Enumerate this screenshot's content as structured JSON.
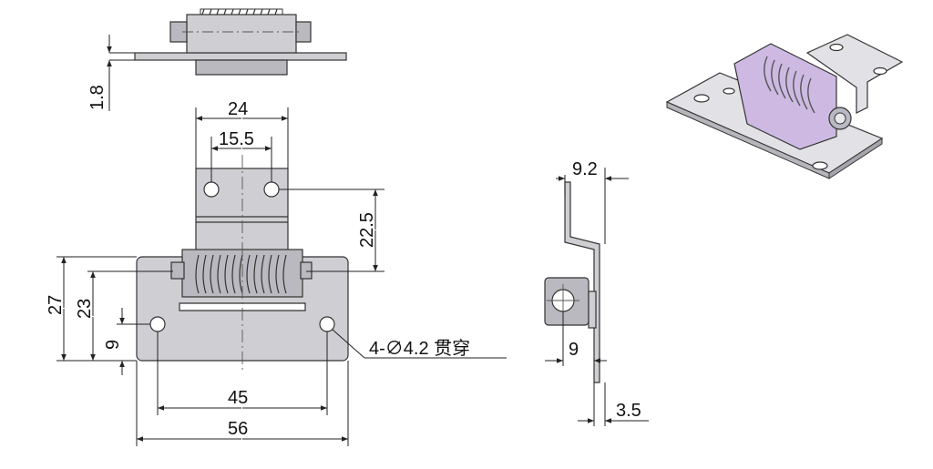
{
  "dimensions": {
    "plate_thickness": "1.8",
    "leaf_width": "24",
    "leaf_hole_spacing": "15.5",
    "leaf_hole_height": "22.5",
    "base_height": "27",
    "spring_center_height": "23",
    "base_hole_height": "9",
    "base_hole_spacing": "45",
    "base_width": "56",
    "hole_note": "4-∅4.2 贯穿",
    "side_offset": "9.2",
    "side_axis": "9",
    "side_thickness": "3.5"
  },
  "colors": {
    "metal": "#cfcfd3",
    "outline": "#333333",
    "spring_violet": "#c9b6e0"
  }
}
